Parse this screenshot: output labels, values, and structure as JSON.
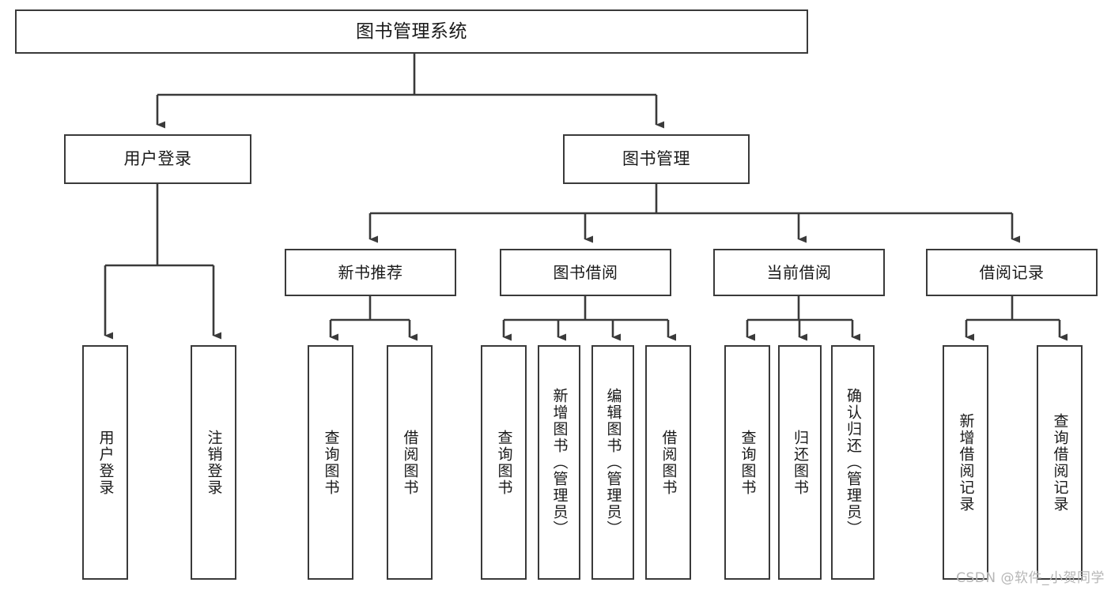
{
  "diagram": {
    "title": "图书管理系统",
    "type": "tree",
    "watermark": "CSDN @软件_小贺同学",
    "colors": {
      "box_border": "#3a3a3a",
      "box_fill": "#ffffff",
      "connector": "#3a3a3a",
      "text": "#1a1a1a",
      "watermark": "#b6b6b6",
      "background": "#ffffff"
    },
    "root": {
      "label": "图书管理系统"
    },
    "level2": [
      {
        "label": "用户登录"
      },
      {
        "label": "图书管理"
      }
    ],
    "level3": [
      {
        "label": "新书推荐"
      },
      {
        "label": "图书借阅"
      },
      {
        "label": "当前借阅"
      },
      {
        "label": "借阅记录"
      }
    ],
    "leaves": {
      "user_login": [
        {
          "label": "用户登录"
        },
        {
          "label": "注销登录"
        }
      ],
      "new_book_recommend": [
        {
          "label": "查询图书"
        },
        {
          "label": "借阅图书"
        }
      ],
      "book_borrow": [
        {
          "label": "查询图书"
        },
        {
          "label": "新增图书（管理员）"
        },
        {
          "label": "编辑图书（管理员）"
        },
        {
          "label": "借阅图书"
        }
      ],
      "current_borrow": [
        {
          "label": "查询图书"
        },
        {
          "label": "归还图书"
        },
        {
          "label": "确认归还（管理员）"
        }
      ],
      "borrow_record": [
        {
          "label": "新增借阅记录"
        },
        {
          "label": "查询借阅记录"
        }
      ]
    }
  }
}
